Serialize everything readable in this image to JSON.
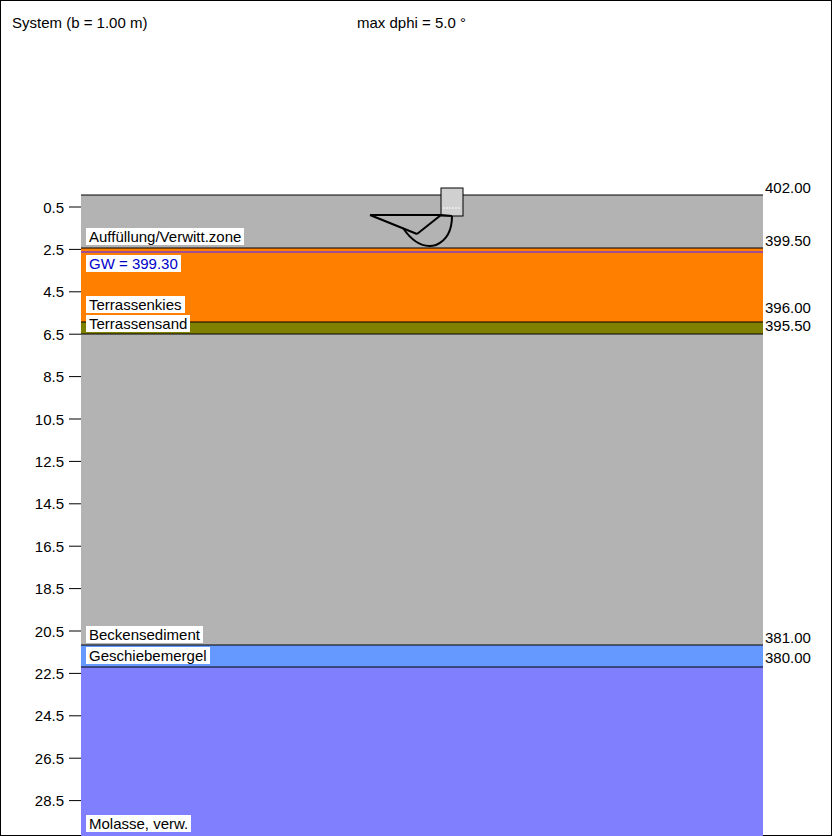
{
  "diagram": {
    "labels": [
      "System (b = 1.00 m)",
      "max dphi = 5.0 °",
      "0.5",
      "2.5",
      "4.5",
      "6.5",
      "8.5",
      "10.5",
      "12.5",
      "14.5",
      "16.5",
      "18.5",
      "20.5",
      "22.5",
      "24.5",
      "26.5",
      "28.5",
      "402.00",
      "399.50",
      "396.00",
      "395.50",
      "381.00",
      "380.00",
      "Auffüllung/Verwitt.zone",
      "GW = 399.30",
      "Terrassenkies",
      "Terrassensand",
      "Beckensediment",
      "Geschiebemergel",
      "Molasse, verw."
    ]
  }
}
